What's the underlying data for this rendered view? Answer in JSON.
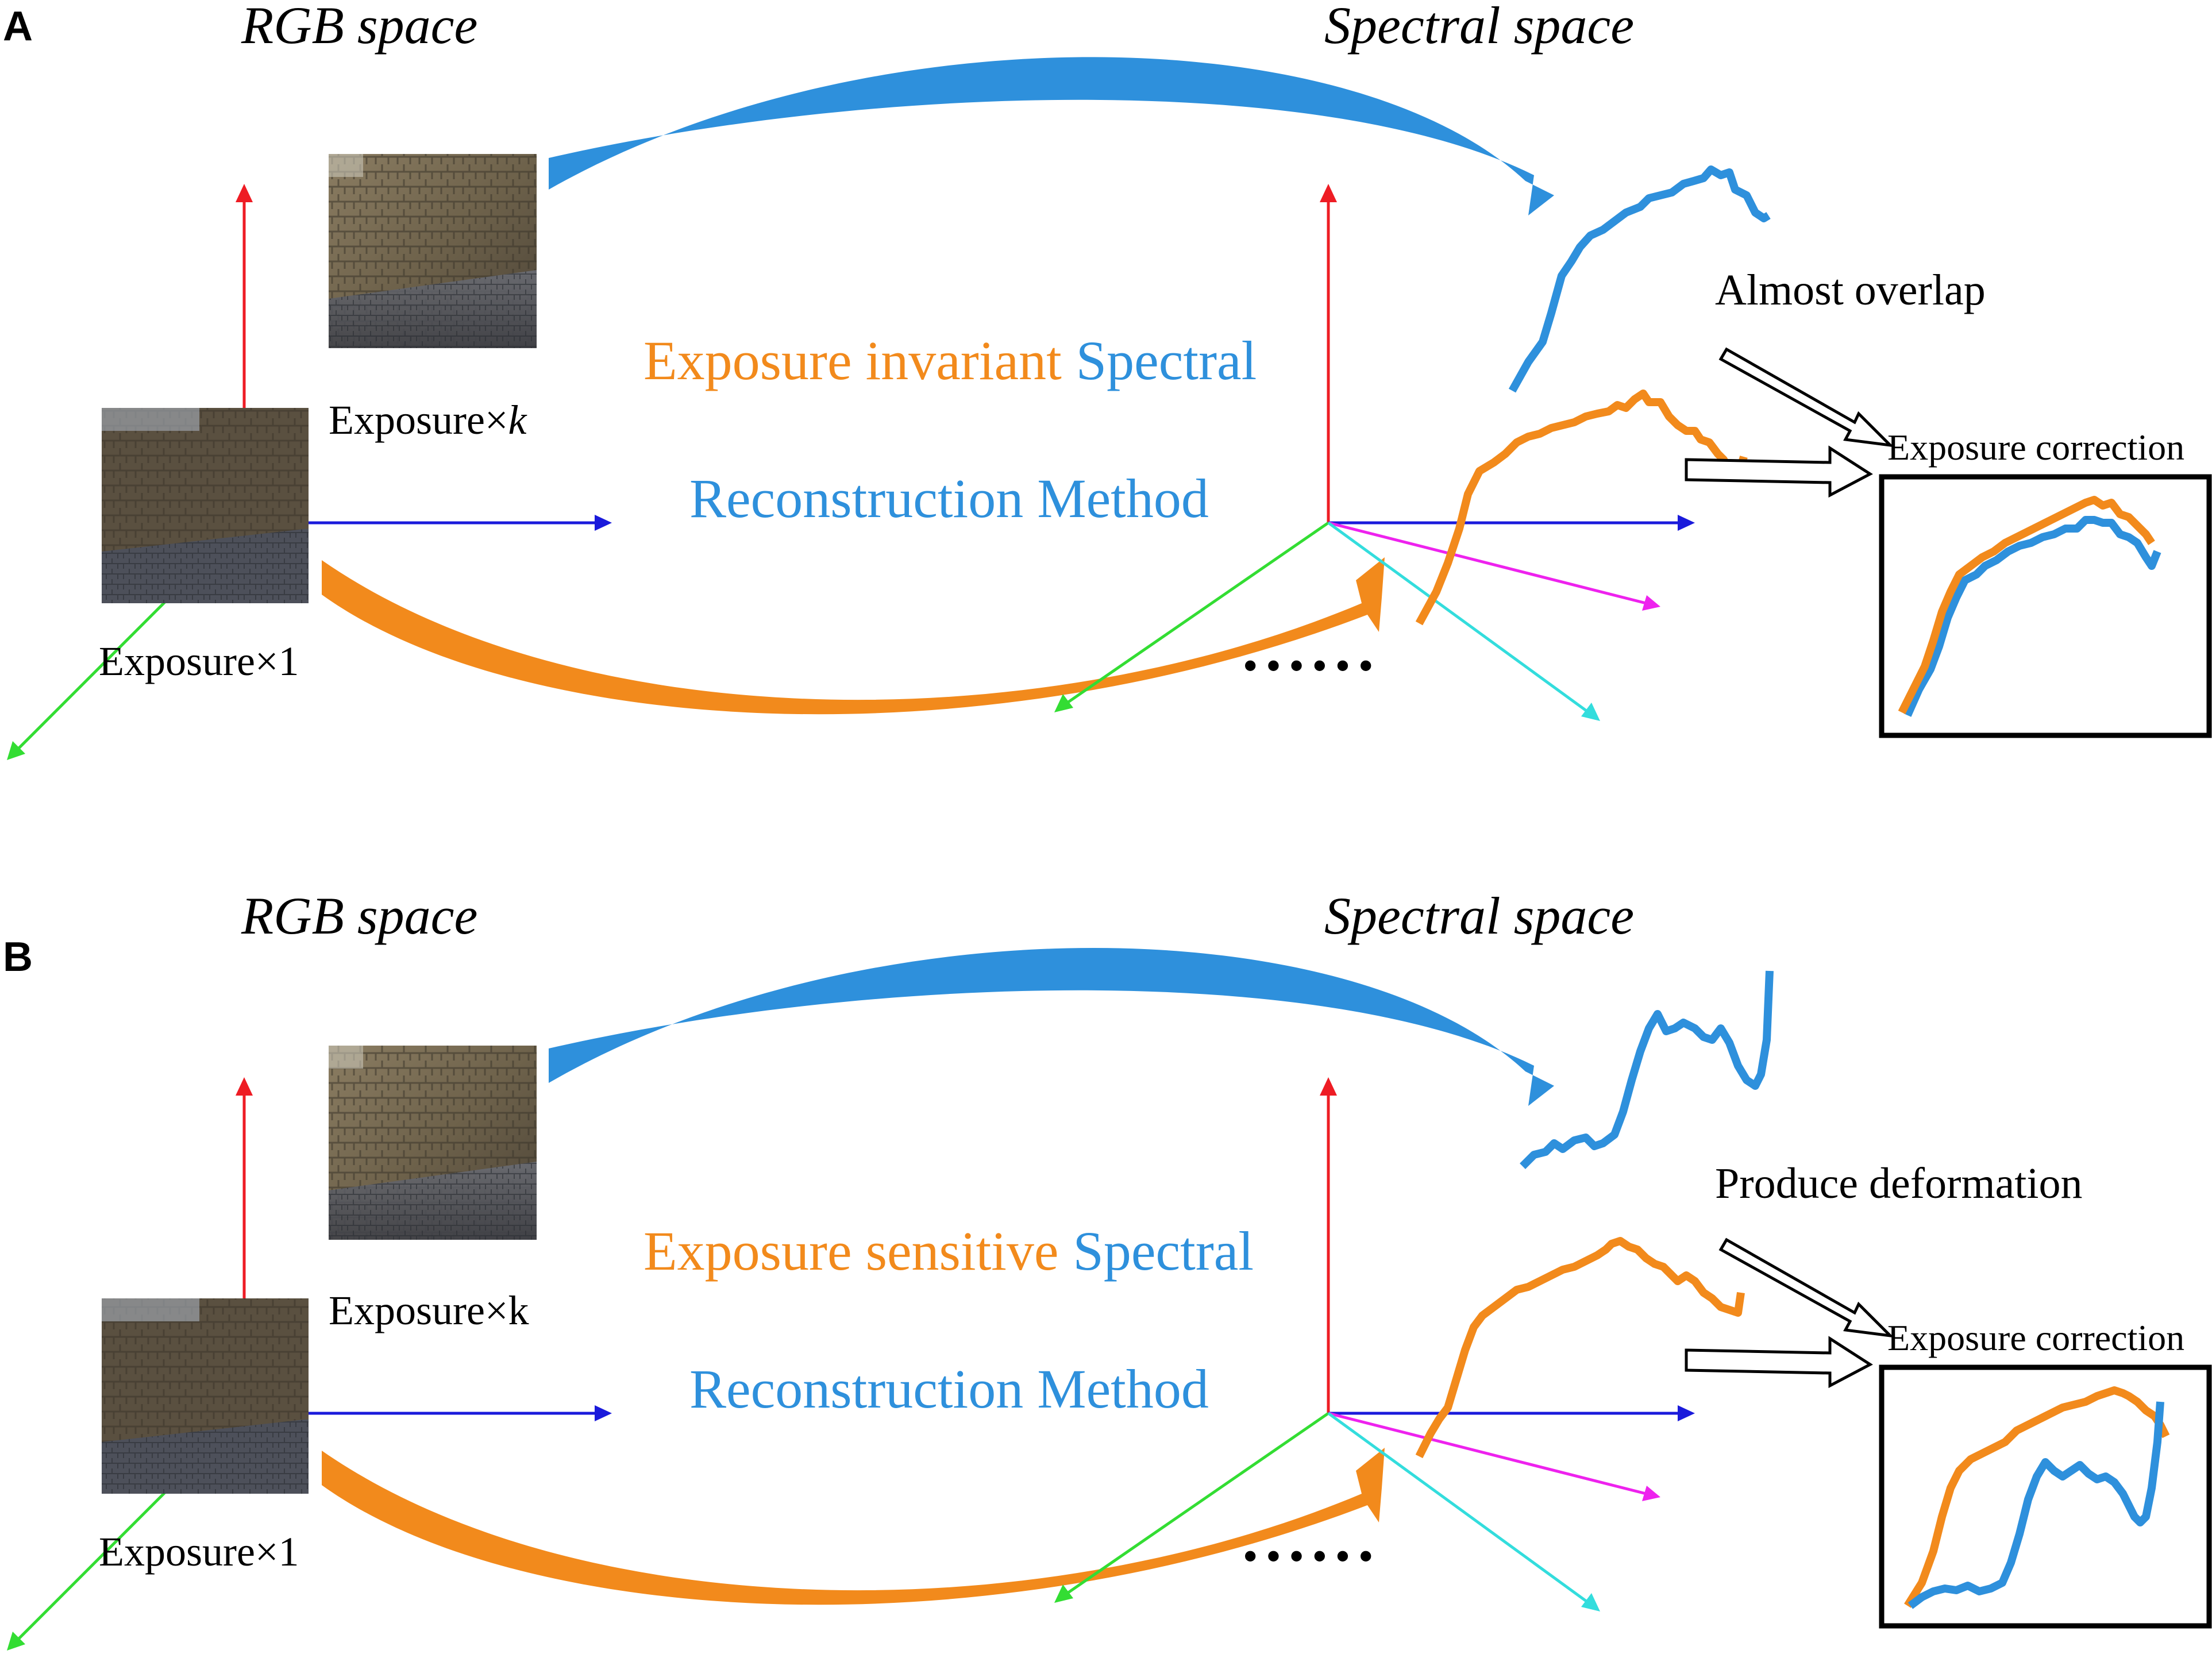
{
  "colors": {
    "orange": "#F28A1C",
    "blue": "#2E90DC",
    "axis_red": "#EE1C24",
    "axis_blue": "#1A1ADB",
    "axis_green": "#33DD33",
    "axis_magenta": "#EE22EE",
    "axis_cyan": "#33DDDD",
    "black": "#000000"
  },
  "panels": [
    {
      "id": "A",
      "label": "A",
      "rgb_space": "RGB space",
      "spectral_space": "Spectral space",
      "exposure_k": {
        "prefix": "Exposure×",
        "k": "k",
        "k_italic": true
      },
      "exposure_1": "Exposure×1",
      "method_orange": "Exposure invariant",
      "method_blue_1": "Spectral",
      "method_blue_2": "Reconstruction Method",
      "ellipsis": "• • • • • •",
      "observation": "Almost overlap",
      "correction": "Exposure correction"
    },
    {
      "id": "B",
      "label": "B",
      "rgb_space": "RGB space",
      "spectral_space": "Spectral space",
      "exposure_k": {
        "prefix": "Exposure×",
        "k": "k",
        "k_italic": false
      },
      "exposure_1": "Exposure×1",
      "method_orange": "Exposure sensitive",
      "method_blue_1": "Spectral",
      "method_blue_2": "Reconstruction Method",
      "ellipsis": "• • • • • •",
      "observation": "Produce deformation",
      "correction": "Exposure correction"
    }
  ]
}
